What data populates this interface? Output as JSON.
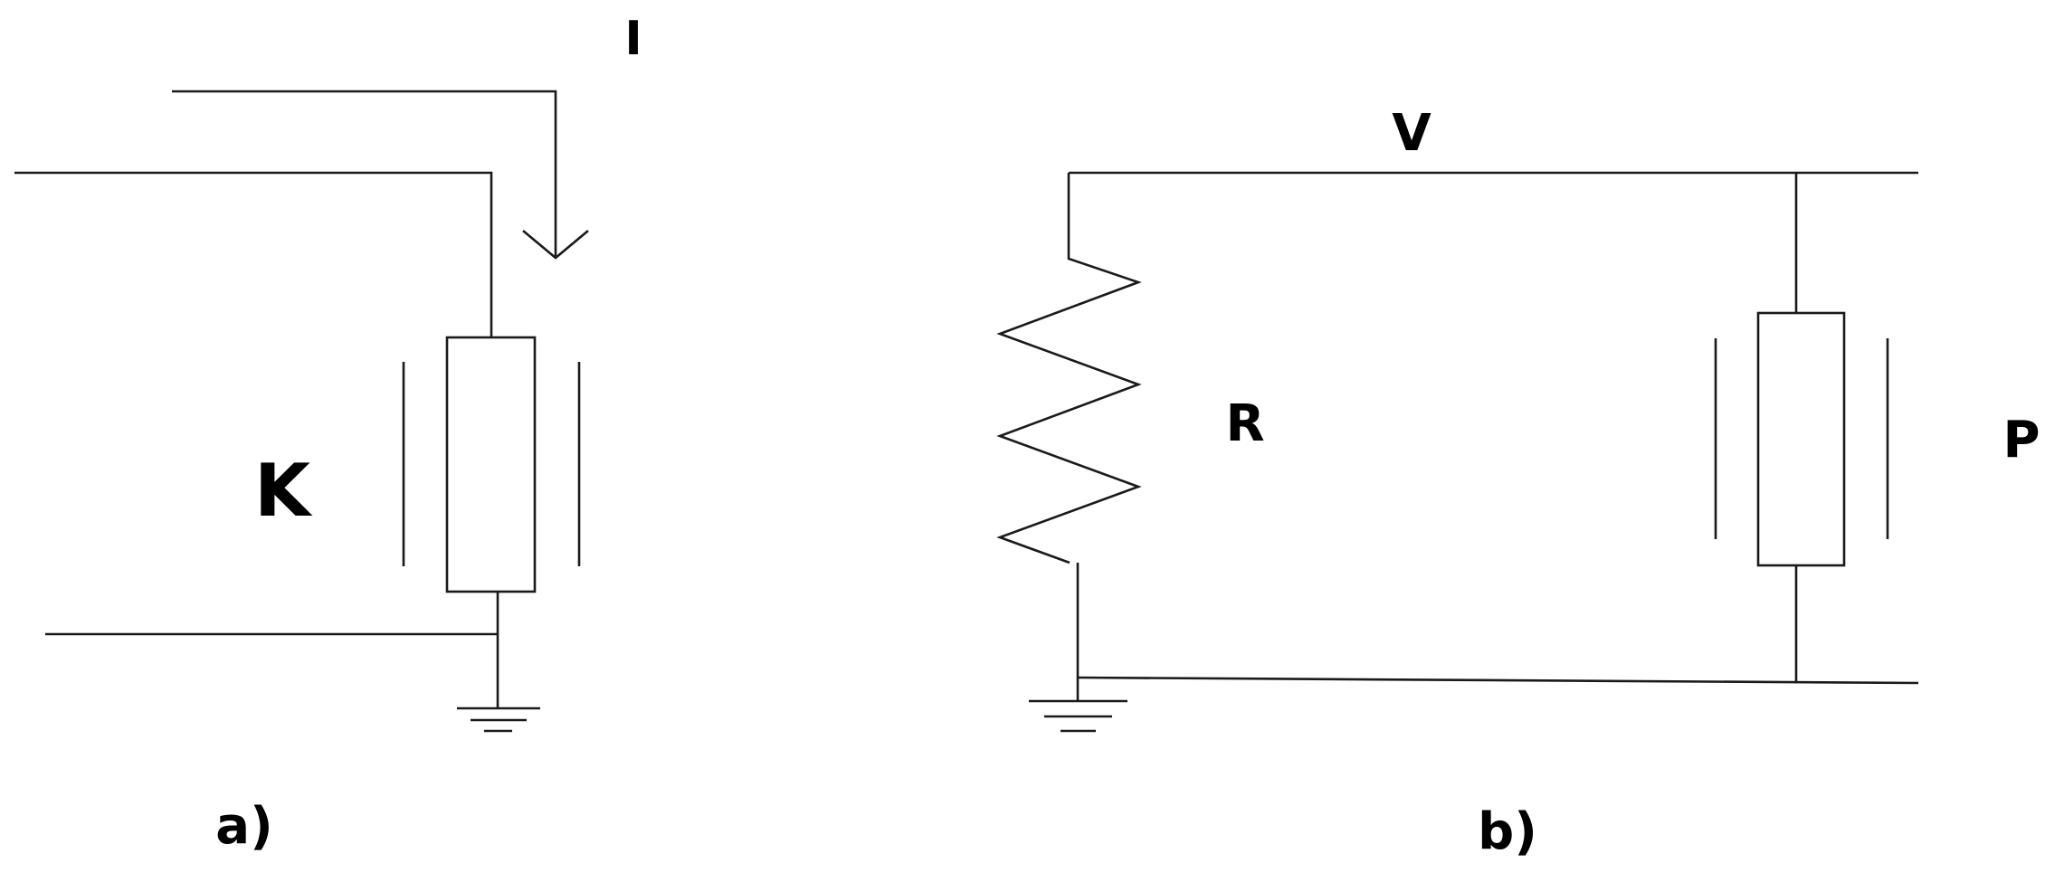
{
  "panel_a": {
    "caption": "a)",
    "current_label": "I",
    "element_label": "K"
  },
  "panel_b": {
    "caption": "b)",
    "voltage_label": "V",
    "resistor_label": "R",
    "element_label": "P"
  }
}
